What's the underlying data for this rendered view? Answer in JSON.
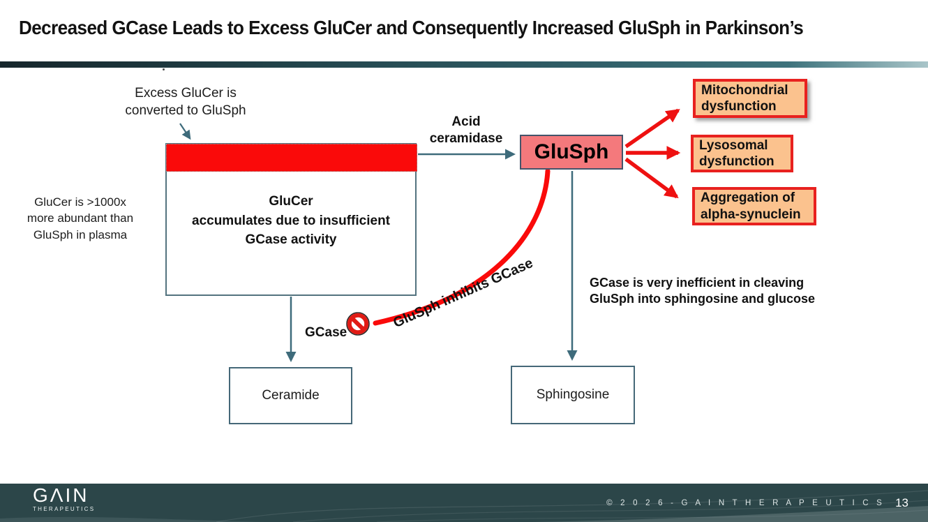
{
  "slide": {
    "title": "Decreased GCase Leads to Excess GluCer and Consequently Increased GluSph in Parkinson’s"
  },
  "diagram": {
    "annotation_excess": "Excess GluCer is\nconverted to GluSph",
    "note_left": "GluCer is >1000x\nmore abundant than\nGluSph in plasma",
    "glucer_label": "GluCer\naccumulates due to insufficient\nGCase activity",
    "acid_ceramidase": "Acid\nceramidase",
    "glusph_label": "GluSph",
    "outcomes": [
      {
        "label": "Mitochondrial\ndysfunction"
      },
      {
        "label": "Lysosomal\ndysfunction"
      },
      {
        "label": "Aggregation of\nalpha-synuclein"
      }
    ],
    "inhibit_label": "GluSph inhibits GCase",
    "gcase_label": "GCase",
    "note_right": "GCase is very inefficient in cleaving\nGluSph into sphingosine and glucose",
    "ceramide_label": "Ceramide",
    "sphingosine_label": "Sphingosine",
    "icons": {
      "inhibition": "no-entry-icon",
      "connectors": [
        "arrow-right-icon",
        "arrow-down-icon",
        "curved-inhibition-arrow"
      ]
    }
  },
  "footer": {
    "logo_text": "GΛIN",
    "logo_subtitle": "THERAPEUTICS",
    "copyright": "©  2 0 2 6  -  G A I N   T H E R A P E U T I C S",
    "page_number": "13"
  },
  "colors": {
    "accent_teal": "#3e6b7b",
    "bar_gradient_start": "#16262b",
    "bar_gradient_end": "#a9c5c9",
    "red": "#fa0a0a",
    "glusph_fill": "#f4797c",
    "outcome_fill": "#fbc28e",
    "outcome_border": "#e8211f",
    "box_border": "#53737f",
    "footer_bg": "#2c4649"
  }
}
